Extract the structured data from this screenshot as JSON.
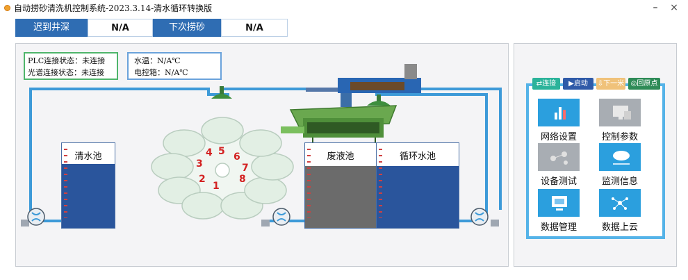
{
  "window": {
    "title": "自动捞砂清洗机控制系统-2023.3.14-清水循环转换版",
    "minimize": "–",
    "close": "×"
  },
  "status_bar": {
    "items": [
      {
        "label": "迟到井深",
        "value": "N/A"
      },
      {
        "label": "下次捞砂",
        "value": "N/A"
      }
    ]
  },
  "connection": {
    "plc": "PLC连接状态：未连接",
    "spectrum": "光谱连接状态：未连接"
  },
  "readings": {
    "water_temp": "水温：N/A℃",
    "control_box": "电控箱：N/A℃"
  },
  "tanks": {
    "clean": "清水池",
    "waste": "废液池",
    "circulation": "循环水池"
  },
  "carousel": {
    "numbers": [
      "1",
      "2",
      "3",
      "4",
      "5",
      "6",
      "7",
      "8"
    ]
  },
  "controls": {
    "connect": "连接",
    "start": "启动",
    "down_one": "下一米",
    "home": "回原点"
  },
  "tiles": [
    {
      "label": "网络设置",
      "icon": "network-settings-icon"
    },
    {
      "label": "控制参数",
      "icon": "control-params-icon"
    },
    {
      "label": "设备测试",
      "icon": "device-test-icon"
    },
    {
      "label": "监测信息",
      "icon": "monitor-info-icon"
    },
    {
      "label": "数据管理",
      "icon": "data-management-icon"
    },
    {
      "label": "数据上云",
      "icon": "cloud-upload-icon"
    }
  ],
  "colors": {
    "accent_blue": "#2f6db3",
    "pipe_blue": "#3d9ad8",
    "water_blue": "#2a559c",
    "waste_gray": "#6b6b6b",
    "green_status": "#4fb56b"
  }
}
